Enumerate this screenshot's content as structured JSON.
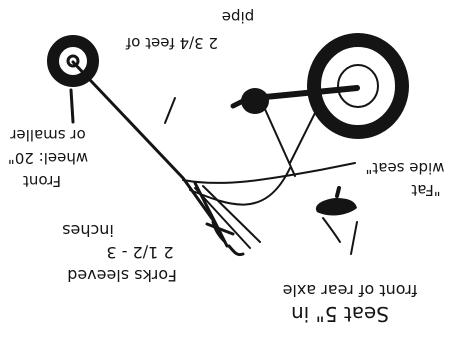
{
  "labels": {
    "pipe_line1": "2 3/4 feet of",
    "pipe_line2": "pipe",
    "front_line1": "Front",
    "front_line2": "wheel: 20\"",
    "front_line3": "or smaller",
    "seat_line1": "\"Fat",
    "seat_line2": "wide seat\"",
    "forks_line1": "Forks sleeved",
    "forks_line2": "2 1/2 - 3",
    "forks_line3": "inches",
    "axle_line1": "Seat 5\" in",
    "axle_line2": "front of rear axle"
  },
  "colors": {
    "ink": "#141414",
    "paper": "#ffffff"
  }
}
